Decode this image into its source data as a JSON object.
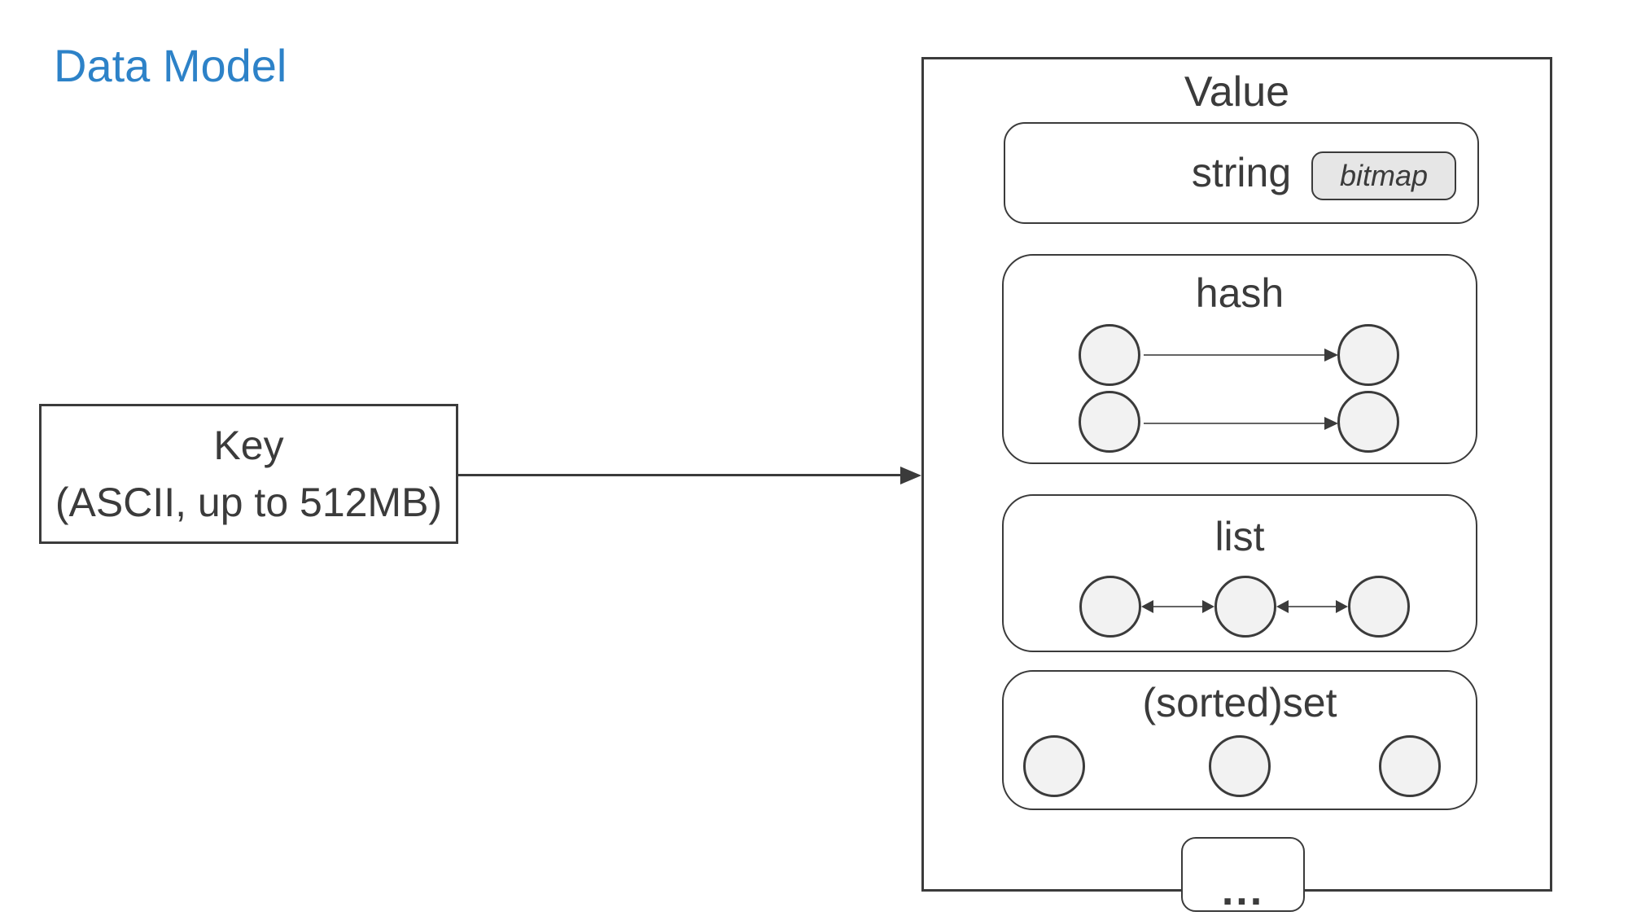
{
  "title": {
    "text": "Data Model"
  },
  "key": {
    "line1": "Key",
    "line2": "(ASCII, up to 512MB)"
  },
  "value": {
    "label": "Value",
    "string_section": {
      "label": "string",
      "badge": "bitmap"
    },
    "hash_section": {
      "label": "hash"
    },
    "list_section": {
      "label": "list"
    },
    "set_section": {
      "label": "(sorted)set"
    },
    "more": {
      "label": "..."
    }
  },
  "colors": {
    "title_color": "#2D82C8",
    "stroke": "#3B3B3B",
    "node_fill": "#F2F2F2",
    "badge_fill": "#E6E6E6",
    "connector": "#646464"
  }
}
